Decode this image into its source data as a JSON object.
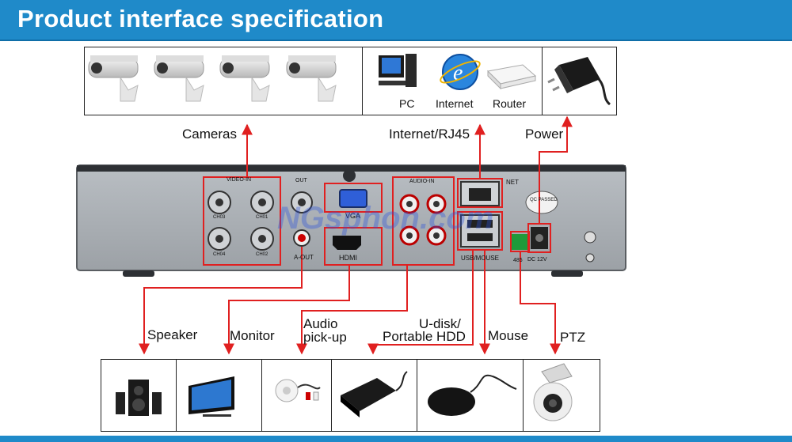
{
  "header": {
    "title": "Product interface specification"
  },
  "top": {
    "pc": "PC",
    "internet": "Internet",
    "router": "Router"
  },
  "callouts": {
    "cameras": "Cameras",
    "internet_rj45": "Internet/RJ45",
    "power": "Power",
    "speaker": "Speaker",
    "monitor": "Monitor",
    "audio_pickup_l1": "Audio",
    "audio_pickup_l2": "pick-up",
    "udisk_l1": "U-disk/",
    "udisk_l2": "Portable HDD",
    "mouse": "Mouse",
    "ptz": "PTZ"
  },
  "panel": {
    "video_in": "VIDEO-IN",
    "out": "OUT",
    "audio_in": "AUDIO-IN",
    "net": "NET",
    "vga": "VGA",
    "hdmi": "HDMI",
    "a_out": "A-OUT",
    "usb_mouse": "USB/MOUSE",
    "dc12v": "DC 12V",
    "rs485": "485",
    "qc": "QC PASSED",
    "watermark": "NGsphon.com",
    "ch03": "CH03",
    "ch01": "CH01",
    "ch04": "CH04",
    "ch02": "CH02"
  },
  "colors": {
    "header": "#1f8ac9",
    "arrow": "#e02020",
    "panel": "#a9aeb3"
  }
}
